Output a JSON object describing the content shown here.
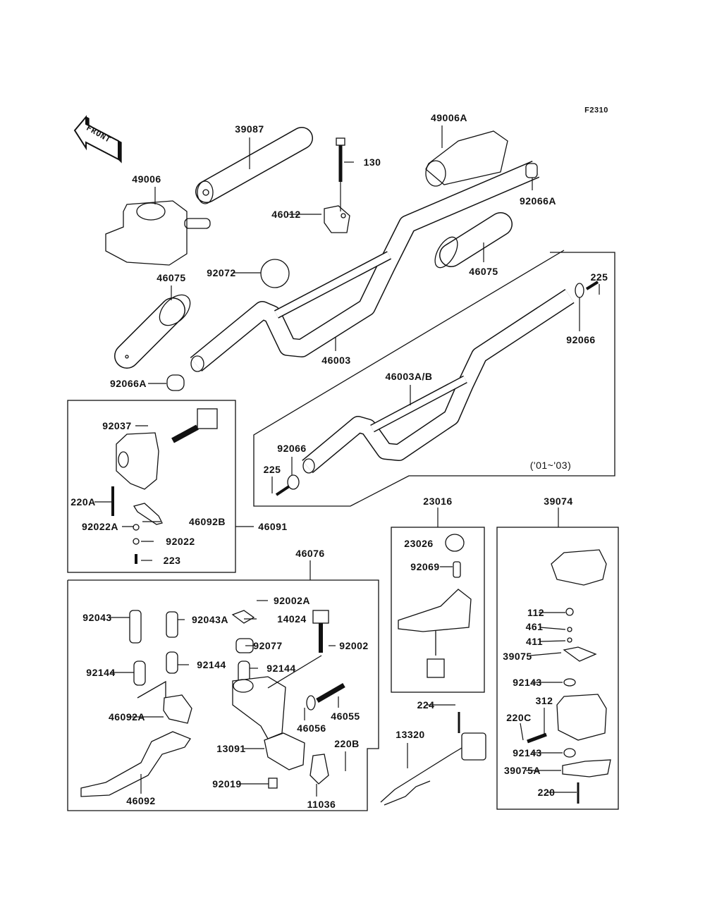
{
  "diagram_code": "F2310",
  "front_arrow_label": "FRONT",
  "year_note": "('01~'03)",
  "callouts": [
    "39087",
    "49006A",
    "130",
    "49006",
    "46012",
    "92066A",
    "92072",
    "46075",
    "46075",
    "225",
    "92066",
    "46003",
    "46003A/B",
    "92066A",
    "92037",
    "92066",
    "225",
    "220A",
    "23016",
    "39074",
    "92022A",
    "46092B",
    "46091",
    "92022",
    "23026",
    "223",
    "46076",
    "92069",
    "92002A",
    "112",
    "92043",
    "92043A",
    "14024",
    "461",
    "411",
    "92077",
    "92002",
    "39075",
    "92144",
    "92144",
    "92144",
    "92143",
    "224",
    "312",
    "46055",
    "46092A",
    "220C",
    "46056",
    "13320",
    "13091",
    "220B",
    "92143",
    "39075A",
    "92019",
    "220",
    "46092",
    "11036"
  ],
  "colors": {
    "line": "#111111",
    "background": "#ffffff"
  }
}
